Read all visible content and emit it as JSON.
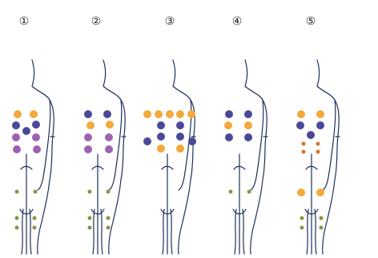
{
  "colors": {
    "outline": "#1f2f5c",
    "orange": "#f3a93b",
    "navy": "#4a4897",
    "purple": "#9d63b0",
    "olive": "#86973d",
    "darkorange": "#d9732a"
  },
  "panels": [
    {
      "label": "①",
      "dots": [
        {
          "color": "orange",
          "pos": [
            0,
            0
          ]
        },
        {
          "color": "orange",
          "pos": [
            0,
            0
          ]
        },
        {
          "color": "navy",
          "pos": [
            0,
            0
          ]
        },
        {
          "color": "navy",
          "pos": [
            0,
            0
          ]
        },
        {
          "color": "navy",
          "pos": [
            0,
            0
          ]
        },
        {
          "color": "purple",
          "pos": [
            0,
            0
          ]
        },
        {
          "color": "purple",
          "pos": [
            0,
            0
          ]
        },
        {
          "color": "purple",
          "pos": [
            0,
            0
          ]
        },
        {
          "color": "purple",
          "pos": [
            0,
            0
          ]
        },
        {
          "color": "olive",
          "pos": [
            0,
            0
          ]
        },
        {
          "color": "olive",
          "pos": [
            0,
            0
          ]
        },
        {
          "color": "olive",
          "pos": [
            0,
            0
          ]
        },
        {
          "color": "olive",
          "pos": [
            0,
            0
          ]
        },
        {
          "color": "olive",
          "pos": [
            0,
            0
          ]
        },
        {
          "color": "olive",
          "pos": [
            0,
            0
          ]
        }
      ]
    },
    {
      "label": "②",
      "dots": [
        {
          "color": "navy",
          "pos": [
            0,
            0
          ]
        },
        {
          "color": "navy",
          "pos": [
            0,
            0
          ]
        },
        {
          "color": "orange",
          "pos": [
            0,
            0
          ]
        },
        {
          "color": "orange",
          "pos": [
            0,
            0
          ]
        },
        {
          "color": "purple",
          "pos": [
            0,
            0
          ]
        },
        {
          "color": "purple",
          "pos": [
            0,
            0
          ]
        },
        {
          "color": "purple",
          "pos": [
            0,
            0
          ]
        },
        {
          "color": "purple",
          "pos": [
            0,
            0
          ]
        },
        {
          "color": "olive",
          "pos": [
            0,
            0
          ]
        },
        {
          "color": "olive",
          "pos": [
            0,
            0
          ]
        },
        {
          "color": "olive",
          "pos": [
            0,
            0
          ]
        },
        {
          "color": "olive",
          "pos": [
            0,
            0
          ]
        },
        {
          "color": "olive",
          "pos": [
            0,
            0
          ]
        },
        {
          "color": "olive",
          "pos": [
            0,
            0
          ]
        }
      ]
    },
    {
      "label": "③",
      "dots": [
        {
          "color": "orange",
          "pos": [
            0,
            0
          ]
        },
        {
          "color": "orange",
          "pos": [
            0,
            0
          ]
        },
        {
          "color": "orange",
          "pos": [
            0,
            0
          ]
        },
        {
          "color": "orange",
          "pos": [
            0,
            0
          ]
        },
        {
          "color": "orange",
          "pos": [
            0,
            0
          ]
        },
        {
          "color": "navy",
          "pos": [
            0,
            0
          ]
        },
        {
          "color": "navy",
          "pos": [
            0,
            0
          ]
        },
        {
          "color": "navy",
          "pos": [
            0,
            0
          ]
        },
        {
          "color": "navy",
          "pos": [
            0,
            0
          ]
        },
        {
          "color": "navy",
          "pos": [
            0,
            0
          ]
        },
        {
          "color": "navy",
          "pos": [
            0,
            0
          ]
        },
        {
          "color": "orange",
          "pos": [
            0,
            0
          ]
        },
        {
          "color": "orange",
          "pos": [
            0,
            0
          ]
        }
      ]
    },
    {
      "label": "④",
      "dots": [
        {
          "color": "navy",
          "pos": [
            0,
            0
          ]
        },
        {
          "color": "navy",
          "pos": [
            0,
            0
          ]
        },
        {
          "color": "orange",
          "pos": [
            0,
            0
          ]
        },
        {
          "color": "orange",
          "pos": [
            0,
            0
          ]
        },
        {
          "color": "navy",
          "pos": [
            0,
            0
          ]
        },
        {
          "color": "navy",
          "pos": [
            0,
            0
          ]
        },
        {
          "color": "olive",
          "pos": [
            0,
            0
          ]
        },
        {
          "color": "olive",
          "pos": [
            0,
            0
          ]
        }
      ]
    },
    {
      "label": "⑤",
      "dots": [
        {
          "color": "orange",
          "pos": [
            0,
            0
          ]
        },
        {
          "color": "orange",
          "pos": [
            0,
            0
          ]
        },
        {
          "color": "navy",
          "pos": [
            0,
            0
          ]
        },
        {
          "color": "navy",
          "pos": [
            0,
            0
          ]
        },
        {
          "color": "navy",
          "pos": [
            0,
            0
          ]
        },
        {
          "color": "darkorange",
          "pos": [
            0,
            0
          ]
        },
        {
          "color": "darkorange",
          "pos": [
            0,
            0
          ]
        },
        {
          "color": "darkorange",
          "pos": [
            0,
            0
          ]
        },
        {
          "color": "darkorange",
          "pos": [
            0,
            0
          ]
        },
        {
          "color": "orange",
          "pos": [
            0,
            0
          ]
        },
        {
          "color": "orange",
          "pos": [
            0,
            0
          ]
        },
        {
          "color": "olive",
          "pos": [
            0,
            0
          ]
        },
        {
          "color": "olive",
          "pos": [
            0,
            0
          ]
        },
        {
          "color": "olive",
          "pos": [
            0,
            0
          ]
        },
        {
          "color": "olive",
          "pos": [
            0,
            0
          ]
        }
      ]
    }
  ]
}
